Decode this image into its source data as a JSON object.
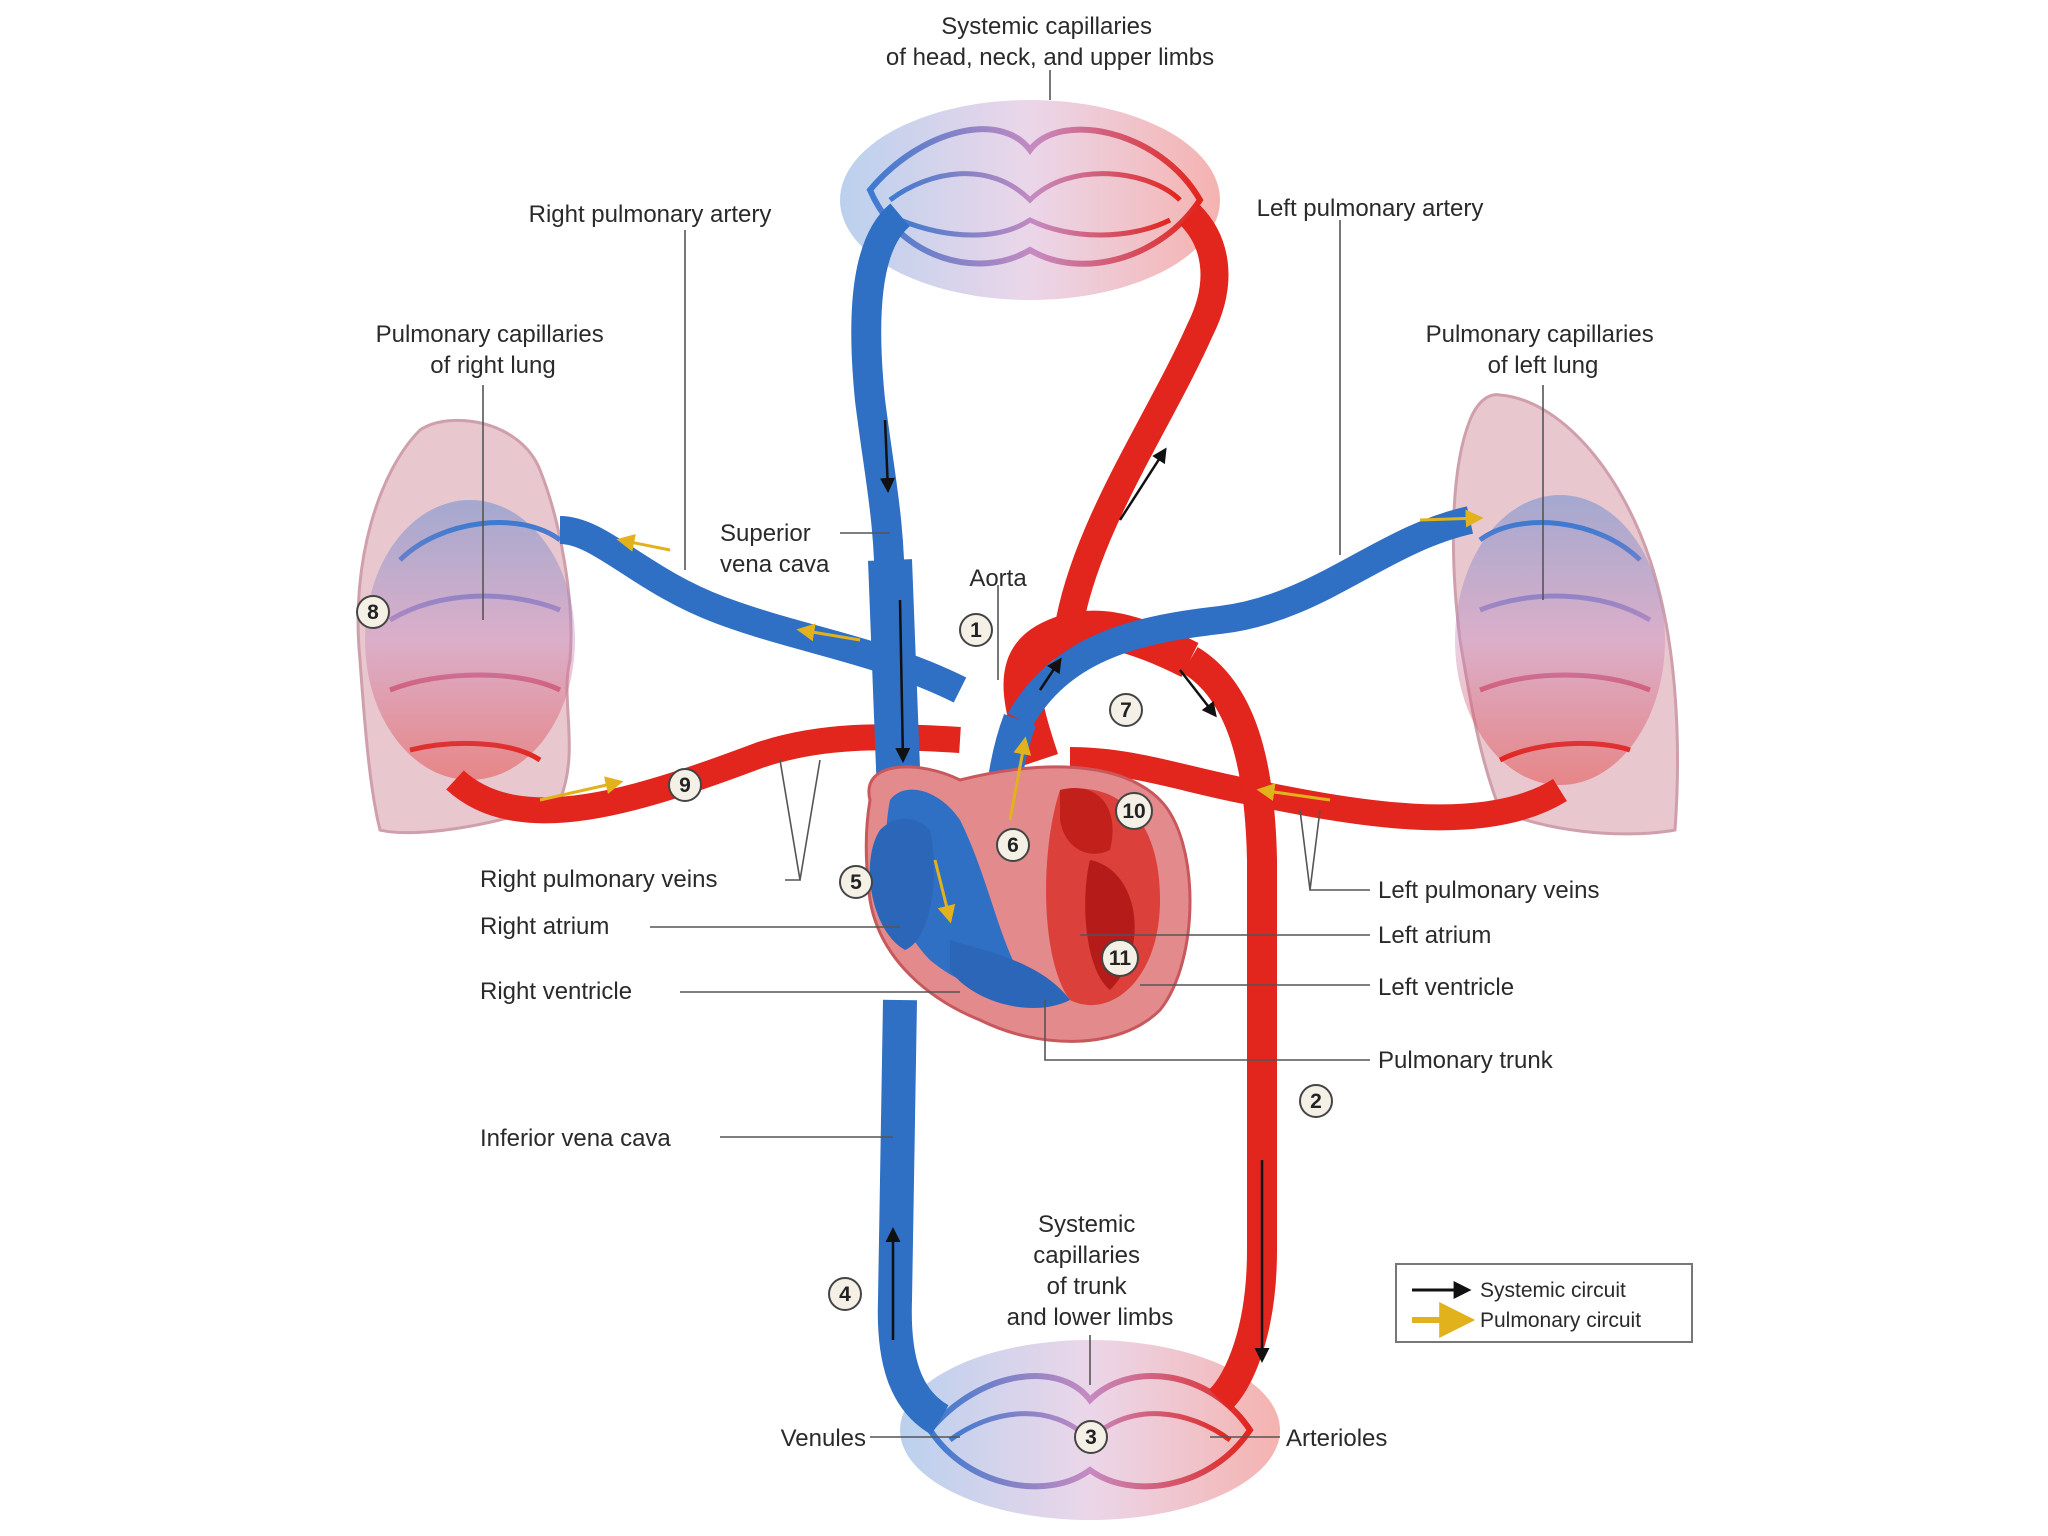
{
  "colors": {
    "oxygen_poor": "#2f6fc4",
    "oxygen_rich": "#e2251d",
    "capillary_mix": "#c77bb0",
    "lung_tissue": "#e7c3cc",
    "heart_muscle": "#e07f82",
    "systemic_arrow": "#111111",
    "pulmonary_arrow": "#e2b21c"
  },
  "labels": {
    "systemic_capillaries_head": [
      "Systemic capillaries",
      "of head, neck, and upper limbs"
    ],
    "right_pulmonary_artery": "Right pulmonary artery",
    "left_pulmonary_artery": "Left pulmonary artery",
    "pulmonary_capillaries_right": [
      "Pulmonary capillaries",
      "of right lung"
    ],
    "pulmonary_capillaries_left": [
      "Pulmonary capillaries",
      "of left lung"
    ],
    "superior_vena_cava": [
      "Superior",
      "vena cava"
    ],
    "aorta": "Aorta",
    "right_pulmonary_veins": "Right pulmonary veins",
    "right_atrium": "Right atrium",
    "right_ventricle": "Right ventricle",
    "left_pulmonary_veins": "Left pulmonary veins",
    "left_atrium": "Left atrium",
    "left_ventricle": "Left ventricle",
    "pulmonary_trunk": "Pulmonary trunk",
    "inferior_vena_cava": "Inferior vena cava",
    "systemic_capillaries_trunk": [
      "Systemic",
      "capillaries",
      "of trunk",
      "and lower limbs"
    ],
    "venules": "Venules",
    "arterioles": "Arterioles"
  },
  "step_numbers": [
    "1",
    "2",
    "3",
    "4",
    "5",
    "6",
    "7",
    "8",
    "9",
    "10",
    "11"
  ],
  "legend": {
    "systemic": "Systemic circuit",
    "pulmonary": "Pulmonary circuit"
  }
}
